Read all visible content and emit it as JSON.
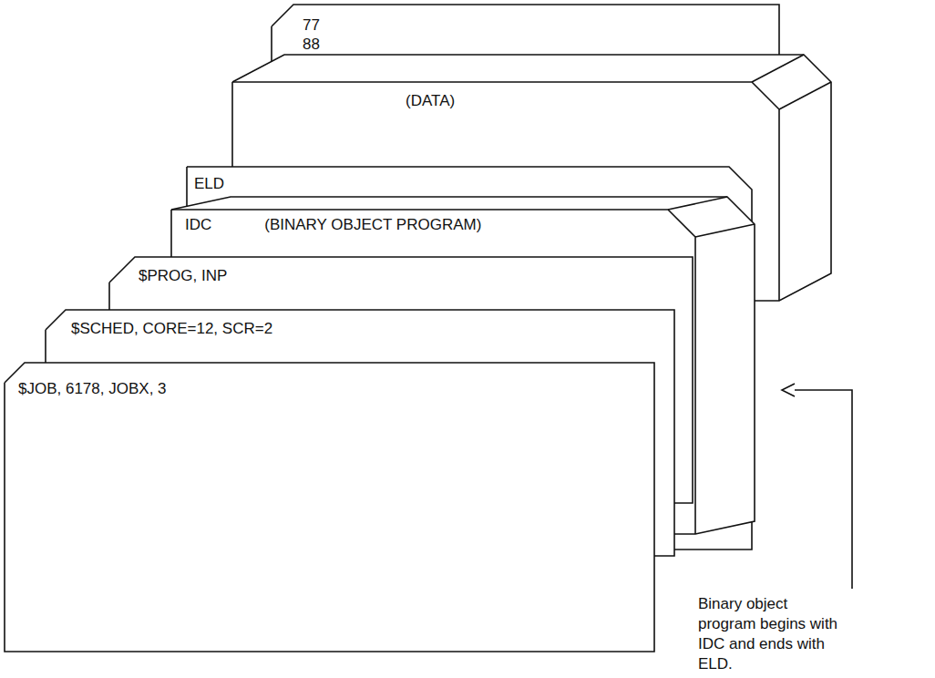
{
  "diagram": {
    "nodes": [
      {
        "text": [
          "77 88"
        ]
      },
      {
        "text": [
          "(DATA)"
        ]
      },
      {
        "text": [
          "ELD"
        ]
      },
      {
        "text": [
          "IDC",
          "(BINARY OBJECT PROGRAM)"
        ]
      },
      {
        "text": [
          "$PROG, INP"
        ]
      },
      {
        "text": [
          "$SCHED, CORE=12, SCR=2"
        ]
      },
      {
        "text": [
          "$JOB, 6178, JOBX, 3"
        ]
      }
    ],
    "edges": [],
    "labels": [
      "Binary object program begins with IDC and ends with ELD."
    ]
  }
}
